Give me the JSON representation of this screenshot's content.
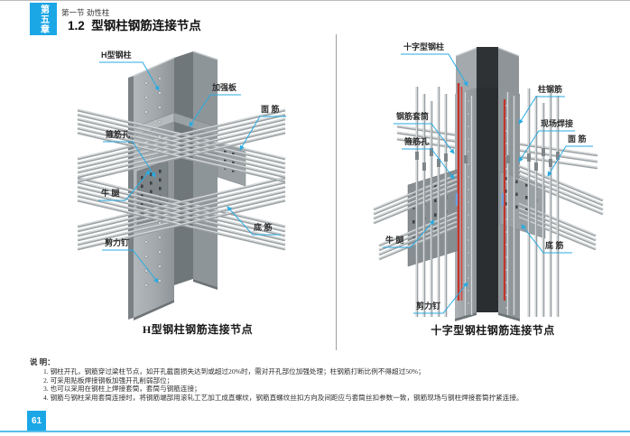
{
  "header": {
    "chapter": "第五章",
    "section": "第一节 劲性柱",
    "title": "1.2  型钢柱钢筋连接节点"
  },
  "figures": [
    {
      "caption": "H型钢柱钢筋连接节点",
      "labels": [
        "H型钢柱",
        "加强板",
        "面 筋",
        "箍筋孔",
        "牛 腿",
        "底 筋",
        "剪力钉"
      ]
    },
    {
      "caption": "十字型钢柱钢筋连接节点",
      "labels": [
        "十字型钢柱",
        "柱钢筋",
        "钢筋套筒",
        "现场焊接",
        "箍筋孔",
        "面 筋",
        "牛 腿",
        "底 筋",
        "剪力钉"
      ]
    }
  ],
  "notes": {
    "title": "说 明：",
    "items": [
      "1. 钢柱开孔，钢筋穿过梁柱节点，如开孔截面损失达到或超过20%时，需对开孔部位加强处理；柱钢筋打断比例不得超过50%；",
      "2. 可采用贴板焊接钢板加强开孔削弱部位；",
      "3. 也可以采用在钢柱上焊接套筒，套筒与钢筋连接；",
      "4. 钢筋与钢柱采用套筒连接时，将钢筋端部用滚轧工艺加工成直螺纹，钢筋直螺纹丝扣方向及间距应与套筒丝扣参数一致，钢筋现场与钢柱焊接套筒拧紧连接。"
    ]
  },
  "footer": {
    "page_number": "61"
  },
  "colors": {
    "accent": "#1ba7e6",
    "leader_line": "#29abe2",
    "steel": "#9aa0a3",
    "highlight_rebar_red": "#c4332b"
  }
}
